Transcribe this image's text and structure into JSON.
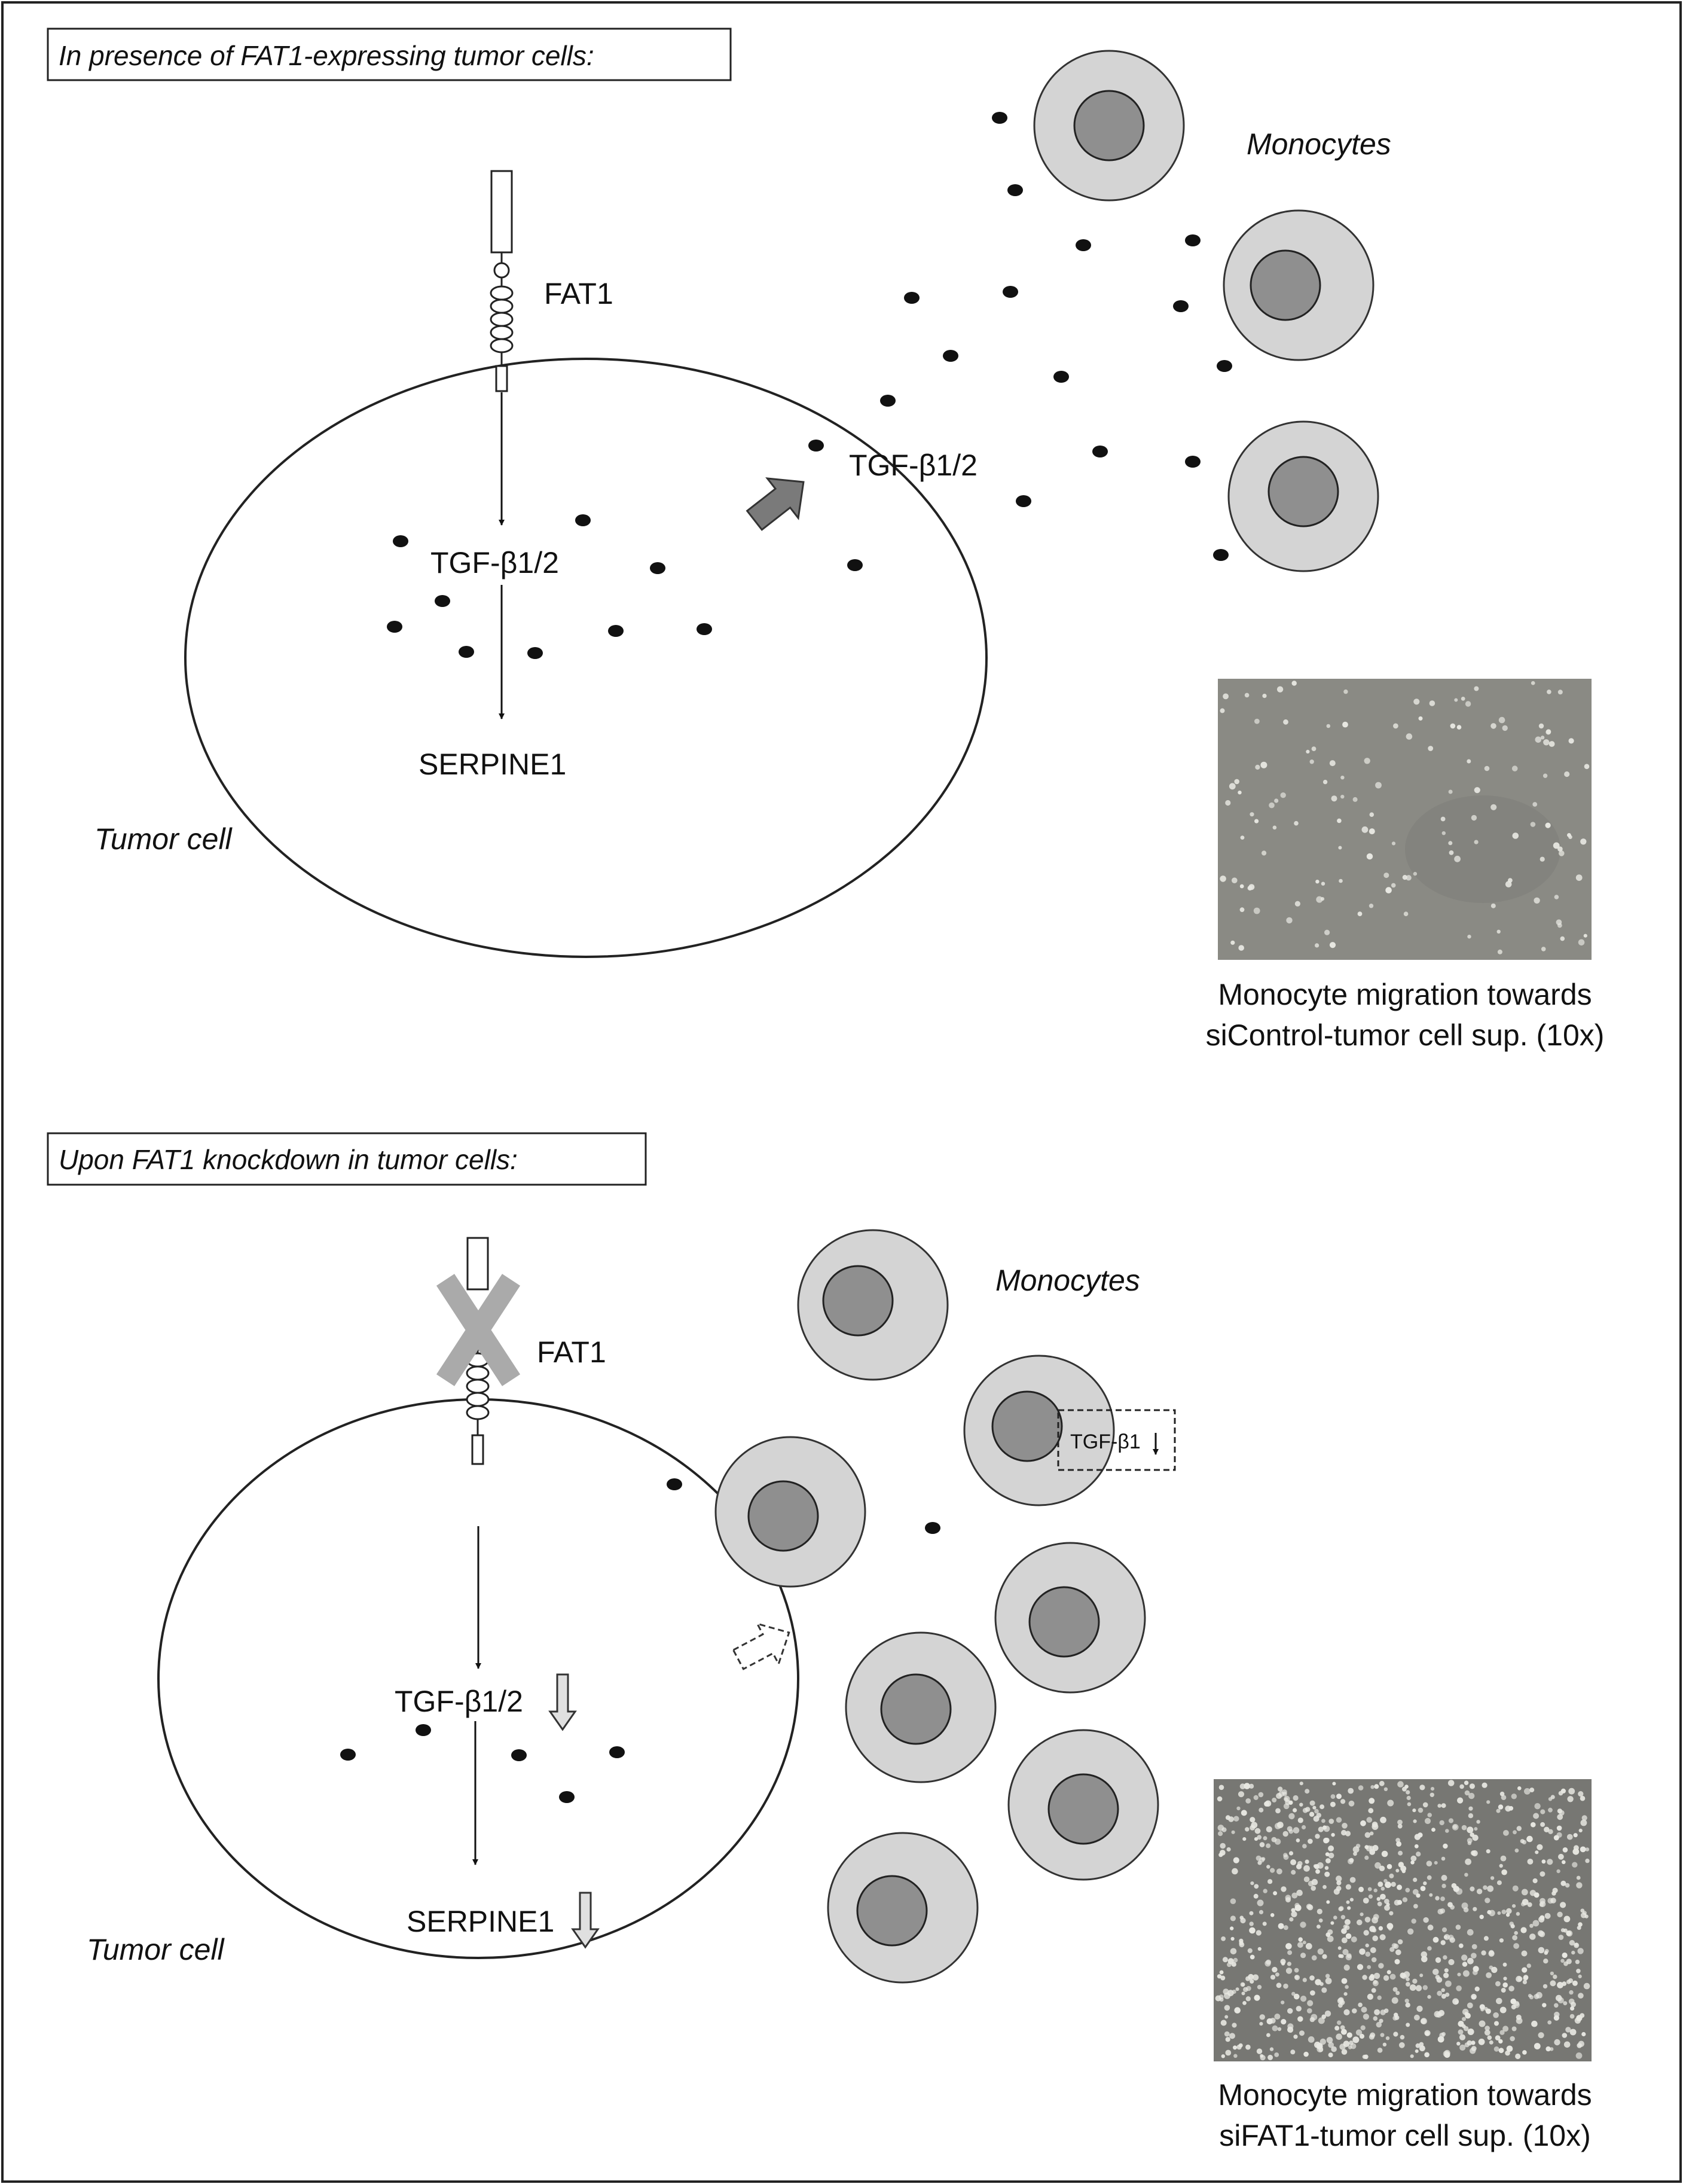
{
  "colors": {
    "monocyte_fill": "#d4d4d4",
    "nucleus_fill": "#8f8f8f",
    "outline": "#222222",
    "molecule": "#111111",
    "arrow_secretion": "#7a7a7a",
    "knockdown_cross": "#aaaaaa",
    "micrograph_control_bg": "#8a8a84",
    "micrograph_sifat1_bg": "#777773",
    "micrograph_cell": "#e8e8e2"
  },
  "top_panel": {
    "header": "In presence of FAT1-expressing tumor cells:",
    "receptor_label": "FAT1",
    "inside_ligand_label": "TGF-β1/2",
    "target_gene_label": "SERPINE1",
    "secreted_label": "TGF-β1/2",
    "monocytes_label": "Monocytes",
    "tumor_cell_label": "Tumor cell",
    "caption_line1": "Monocyte migration towards",
    "caption_line2": "siControl-tumor cell sup. (10x)",
    "micrograph_cell_count": 140
  },
  "bottom_panel": {
    "header": "Upon FAT1 knockdown in tumor cells:",
    "receptor_label": "FAT1",
    "inside_ligand_label": "TGF-β1/2",
    "target_gene_label": "SERPINE1",
    "monocytes_label": "Monocytes",
    "monocyte_inset_label": "TGF-β1",
    "tumor_cell_label": "Tumor cell",
    "caption_line1": "Monocyte migration towards",
    "caption_line2": "siFAT1-tumor cell sup. (10x)",
    "micrograph_cell_count": 900
  },
  "icons": {
    "secretion_arrow": "block-arrow-icon",
    "reduced_secretion_arrow": "dashed-block-arrow-icon",
    "down_arrow": "hollow-down-arrow-icon",
    "knockdown": "x-cross-icon"
  }
}
